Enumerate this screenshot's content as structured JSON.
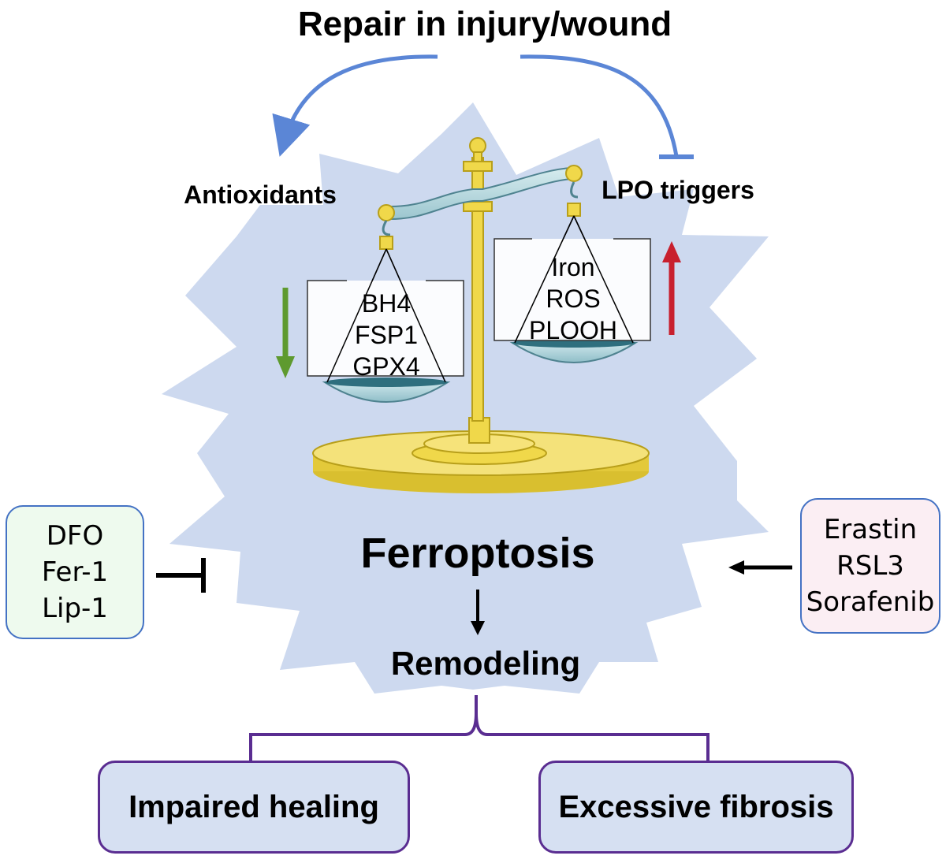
{
  "title": "Repair in injury/wound",
  "balance": {
    "left_label": "Antioxidants",
    "right_label": "LPO triggers",
    "left_pan_items": [
      "BH4",
      "FSP1",
      "GPX4"
    ],
    "right_pan_items": [
      "Iron",
      "ROS",
      "PLOOH"
    ]
  },
  "center": {
    "ferroptosis": "Ferroptosis",
    "remodeling": "Remodeling"
  },
  "inhibitors": [
    "DFO",
    "Fer-1",
    "Lip-1"
  ],
  "inducers": [
    "Erastin",
    "RSL3",
    "Sorafenib"
  ],
  "outcomes": {
    "left": "Impaired healing",
    "right": "Excessive fibrosis"
  },
  "colors": {
    "star_fill": "#cdd9ef",
    "curve_arrow": "#5b86d6",
    "down_arrow": "#5e9a2f",
    "up_arrow": "#c8202e",
    "bracket": "#5a2d91",
    "outcome_fill": "#d6e0f2",
    "inhibitor_fill": "#eefaee",
    "inhibitor_border": "#4472c4",
    "inducer_fill": "#fbeef3",
    "inducer_border": "#4472c4",
    "gold": "#f0d84a"
  }
}
